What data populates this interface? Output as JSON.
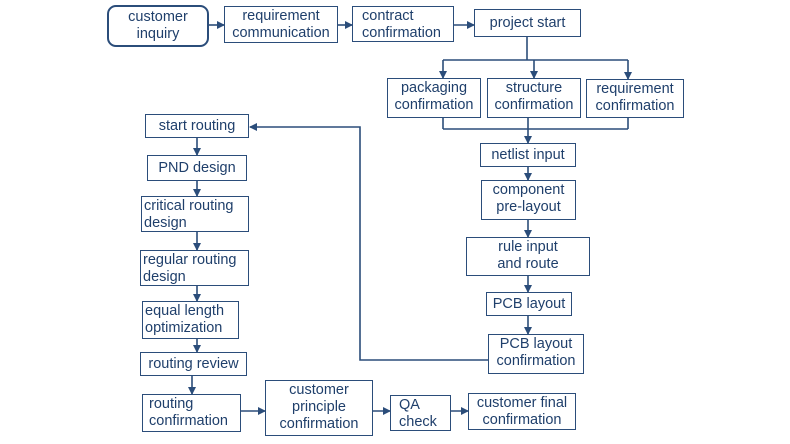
{
  "nodes": {
    "customer_inquiry": [
      "customer",
      "inquiry"
    ],
    "requirement_communication": [
      "requirement",
      "communication"
    ],
    "contract_confirmation": [
      "contract",
      "confirmation"
    ],
    "project_start": [
      "project start"
    ],
    "packaging_confirmation": [
      "packaging",
      "confirmation"
    ],
    "structure_confirmation": [
      "structure",
      "confirmation"
    ],
    "requirement_confirmation": [
      "requirement",
      "confirmation"
    ],
    "netlist_input": [
      "netlist input"
    ],
    "component_pre_layout": [
      "component",
      "pre-layout"
    ],
    "rule_input_and_route": [
      "rule input",
      "and route"
    ],
    "pcb_layout": [
      "PCB layout"
    ],
    "pcb_layout_confirmation": [
      "PCB layout",
      "confirmation"
    ],
    "start_routing": [
      "start routing"
    ],
    "pnd_design": [
      "PND design"
    ],
    "critical_routing_design": [
      "critical routing",
      "design"
    ],
    "regular_routing_design": [
      "regular routing",
      "design"
    ],
    "equal_length_optimization": [
      "equal length",
      "optimization"
    ],
    "routing_review": [
      "routing review"
    ],
    "routing_confirmation": [
      "routing",
      "confirmation"
    ],
    "customer_principle_confirmation": [
      "customer",
      "principle",
      "confirmation"
    ],
    "qa_check": [
      "QA",
      "check"
    ],
    "customer_final_confirmation": [
      "customer final",
      "confirmation"
    ]
  },
  "colors": {
    "line": "#2b4d7a",
    "text": "#1f3f6b"
  }
}
